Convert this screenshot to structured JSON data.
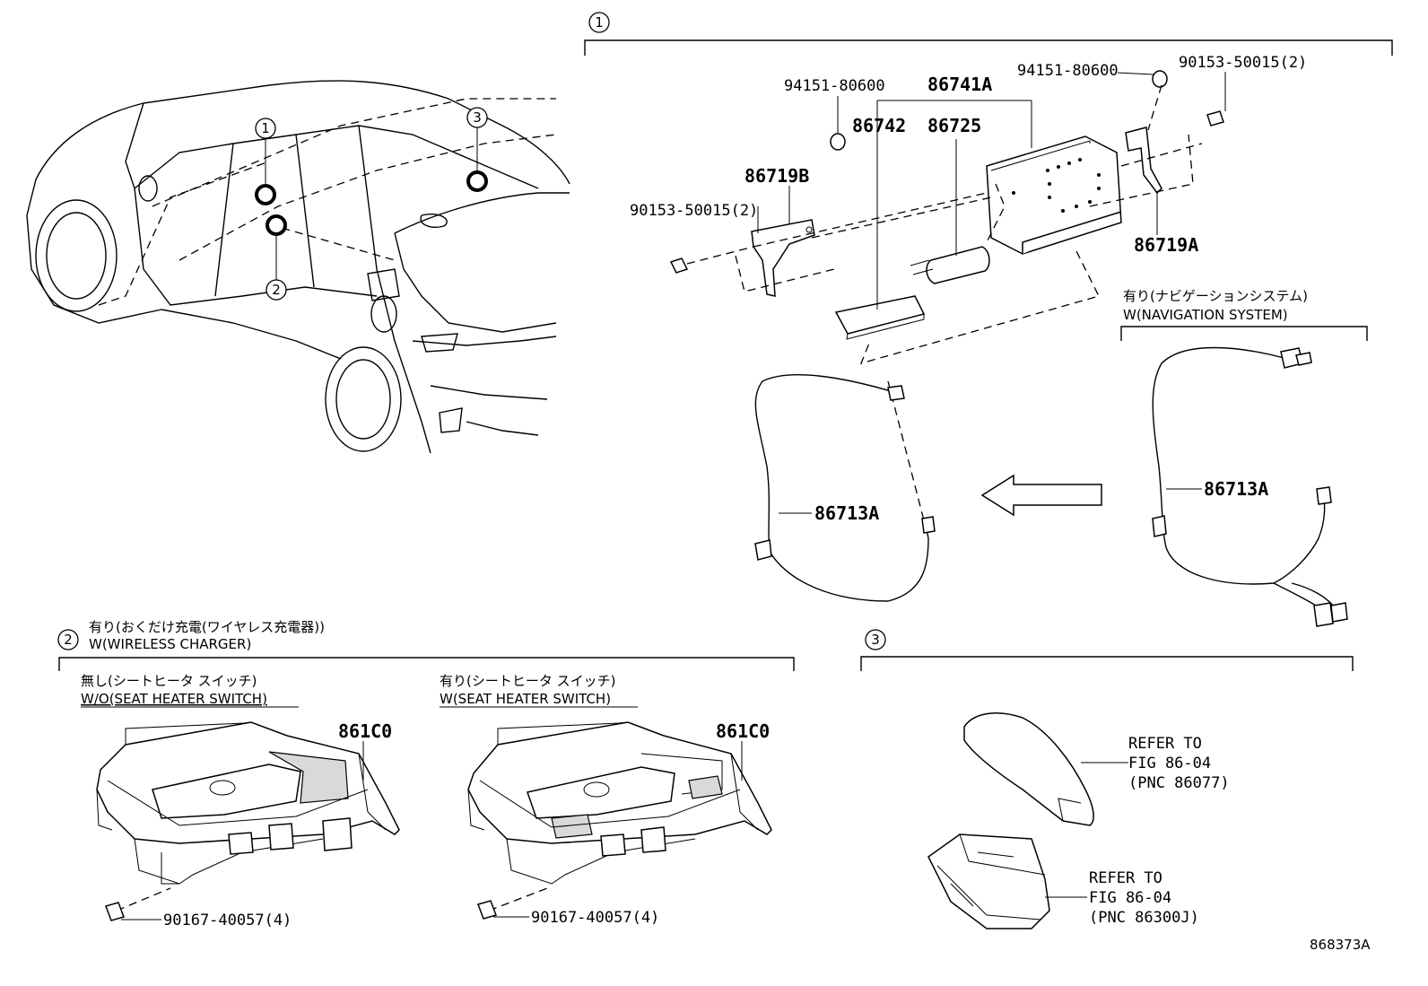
{
  "markers": {
    "one": "1",
    "two": "2",
    "three": "3"
  },
  "group1": {
    "part_94151_left": "94151-80600",
    "part_94151_right": "94151-80600",
    "part_86741A": "86741A",
    "part_86742": "86742",
    "part_86725": "86725",
    "part_86719B": "86719B",
    "part_86719A": "86719A",
    "part_90153_left": "90153-50015(2)",
    "part_90153_right": "90153-50015(2)",
    "part_86713A_left": "86713A",
    "part_86713A_right": "86713A",
    "nav_jp": "有り(ナビゲーションシステム)",
    "nav_en": "W(NAVIGATION SYSTEM)"
  },
  "group2": {
    "title_jp": "有り(おくだけ充電(ワイヤレス充電器))",
    "title_en": "W(WIRELESS CHARGER)",
    "wo_jp": "無し(シートヒータ スイッチ)",
    "wo_en": "W/O(SEAT HEATER SWITCH)",
    "w_jp": "有り(シートヒータ スイッチ)",
    "w_en": "W(SEAT HEATER SWITCH)",
    "part_861C0_left": "861C0",
    "part_861C0_right": "861C0",
    "screw_left": "90167-40057(4)",
    "screw_right": "90167-40057(4)"
  },
  "group3": {
    "refer1": [
      "REFER TO",
      "FIG 86-04",
      "(PNC 86077)"
    ],
    "refer2": [
      "REFER TO",
      "FIG 86-04",
      "(PNC 86300J)"
    ]
  },
  "figure_id": "868373A"
}
